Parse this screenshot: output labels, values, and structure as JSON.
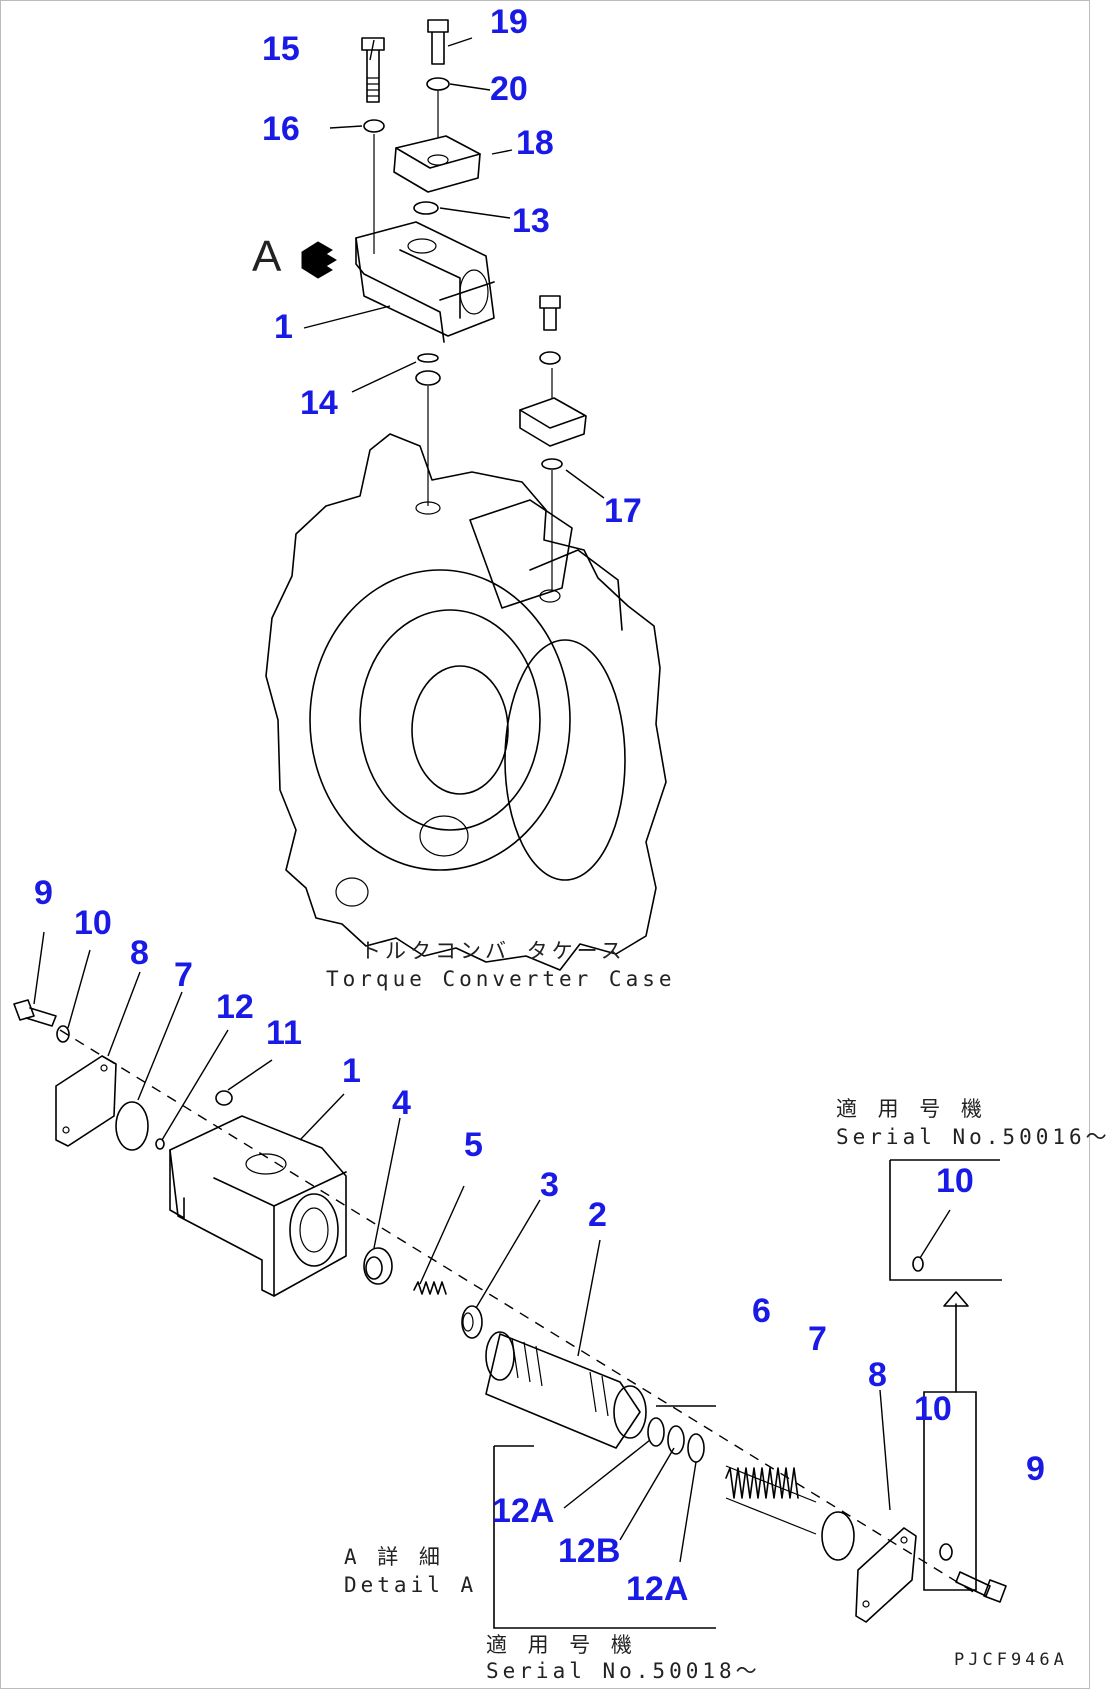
{
  "drawing_code": "PJCF946A",
  "view_marker": "A",
  "labels": {
    "case_jp": "トルクコンバ タケース",
    "case_en": "Torque Converter Case",
    "detail_jp": "A 詳 細",
    "detail_en": "Detail A",
    "serial_top_jp": "適 用 号 機",
    "serial_top_en": "Serial No.50016～",
    "serial_bottom_jp": "適 用 号 機",
    "serial_bottom_en": "Serial No.50018～"
  },
  "callouts": {
    "c15": "15",
    "c19": "19",
    "c20": "20",
    "c16": "16",
    "c18": "18",
    "c13": "13",
    "c1a": "1",
    "c14": "14",
    "c17": "17",
    "c9a": "9",
    "c10a": "10",
    "c8a": "8",
    "c7a": "7",
    "c12": "12",
    "c11": "11",
    "c1b": "1",
    "c4": "4",
    "c5": "5",
    "c3": "3",
    "c2": "2",
    "c10b": "10",
    "c6": "6",
    "c7b": "7",
    "c8b": "8",
    "c10c": "10",
    "c9b": "9",
    "c12a1": "12A",
    "c12b": "12B",
    "c12a2": "12A"
  },
  "colors": {
    "callout": "#1a1ae6",
    "line": "#000000"
  }
}
